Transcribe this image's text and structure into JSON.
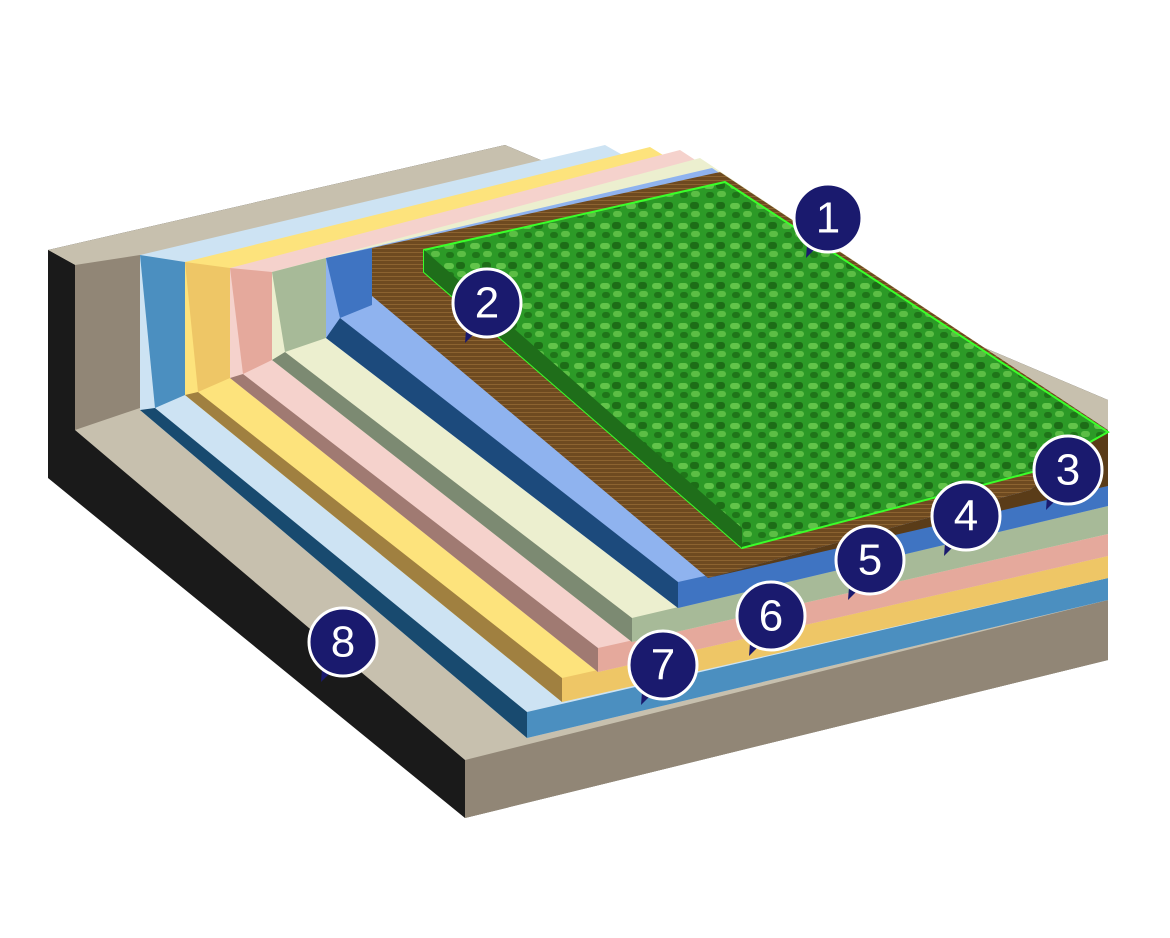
{
  "diagram": {
    "type": "layered-cross-section",
    "layers": [
      {
        "label": "1",
        "name": "green-turf-layer",
        "top": "#2f9e2a",
        "side": "#1f6e1a"
      },
      {
        "label": "2",
        "name": "brown-underlay-layer",
        "top": "#7a5425",
        "side": "#5a3c18"
      },
      {
        "label": "3",
        "name": "blue-layer",
        "top": "#8fb3ef",
        "side": "#3f74c2",
        "edge": "#1c4a7c"
      },
      {
        "label": "4",
        "name": "sage-layer",
        "top": "#ecefcf",
        "side": "#a7ba98",
        "edge": "#7c8a72"
      },
      {
        "label": "5",
        "name": "pink-layer",
        "top": "#f5d2cc",
        "side": "#e5a99c",
        "edge": "#a07a72"
      },
      {
        "label": "6",
        "name": "yellow-layer",
        "top": "#fde37c",
        "side": "#eec666",
        "edge": "#a08040"
      },
      {
        "label": "7",
        "name": "light-blue-layer",
        "top": "#cde3f3",
        "side": "#4b8fc0",
        "edge": "#184a6f"
      },
      {
        "label": "8",
        "name": "concrete-base-layer",
        "top": "#c7c0ae",
        "side": "#918676",
        "edge": "#1a1a1a"
      }
    ],
    "callout_color": "#1a1a6e"
  }
}
